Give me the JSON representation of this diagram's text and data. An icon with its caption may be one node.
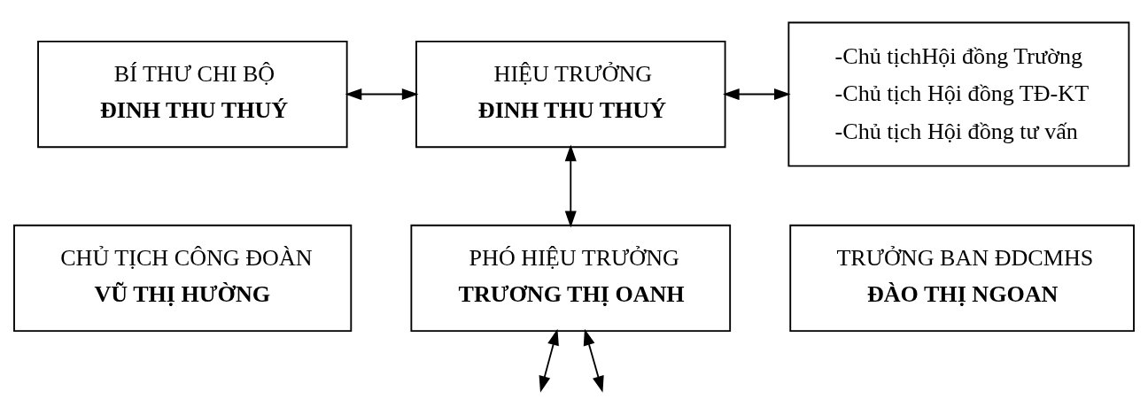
{
  "diagram": {
    "nodes": [
      {
        "text": [
          "BÍ THƯ CHI BỘ",
          "ĐINH THU THUÝ"
        ]
      },
      {
        "text": [
          "HIỆU TRƯỞNG",
          "ĐINH THU THUÝ"
        ]
      },
      {
        "text": [
          "-Chủ tịchHội đồng Trường",
          "-Chủ tịch Hội đồng TĐ-KT",
          "-Chủ tịch Hội đồng tư vấn"
        ]
      },
      {
        "text": [
          "CHỦ TỊCH CÔNG ĐOÀN",
          "VŨ THỊ HƯỜNG"
        ]
      },
      {
        "text": [
          "TRƯỞNG BAN ĐDCMHS",
          "ĐÀO THỊ NGOAN"
        ]
      },
      {
        "text": [
          "PHÓ HIỆU TRƯỞNG",
          "TRƯƠNG THỊ OANH"
        ]
      }
    ],
    "edges": [
      {
        "from": 0,
        "to": 1,
        "arrow": "both"
      },
      {
        "from": 1,
        "to": 2,
        "arrow": "both"
      },
      {
        "from": 1,
        "to": 5,
        "arrow": "both"
      },
      {
        "from": 5,
        "to": null,
        "arrow": "both"
      },
      {
        "from": 5,
        "to": null,
        "arrow": "both"
      }
    ]
  }
}
